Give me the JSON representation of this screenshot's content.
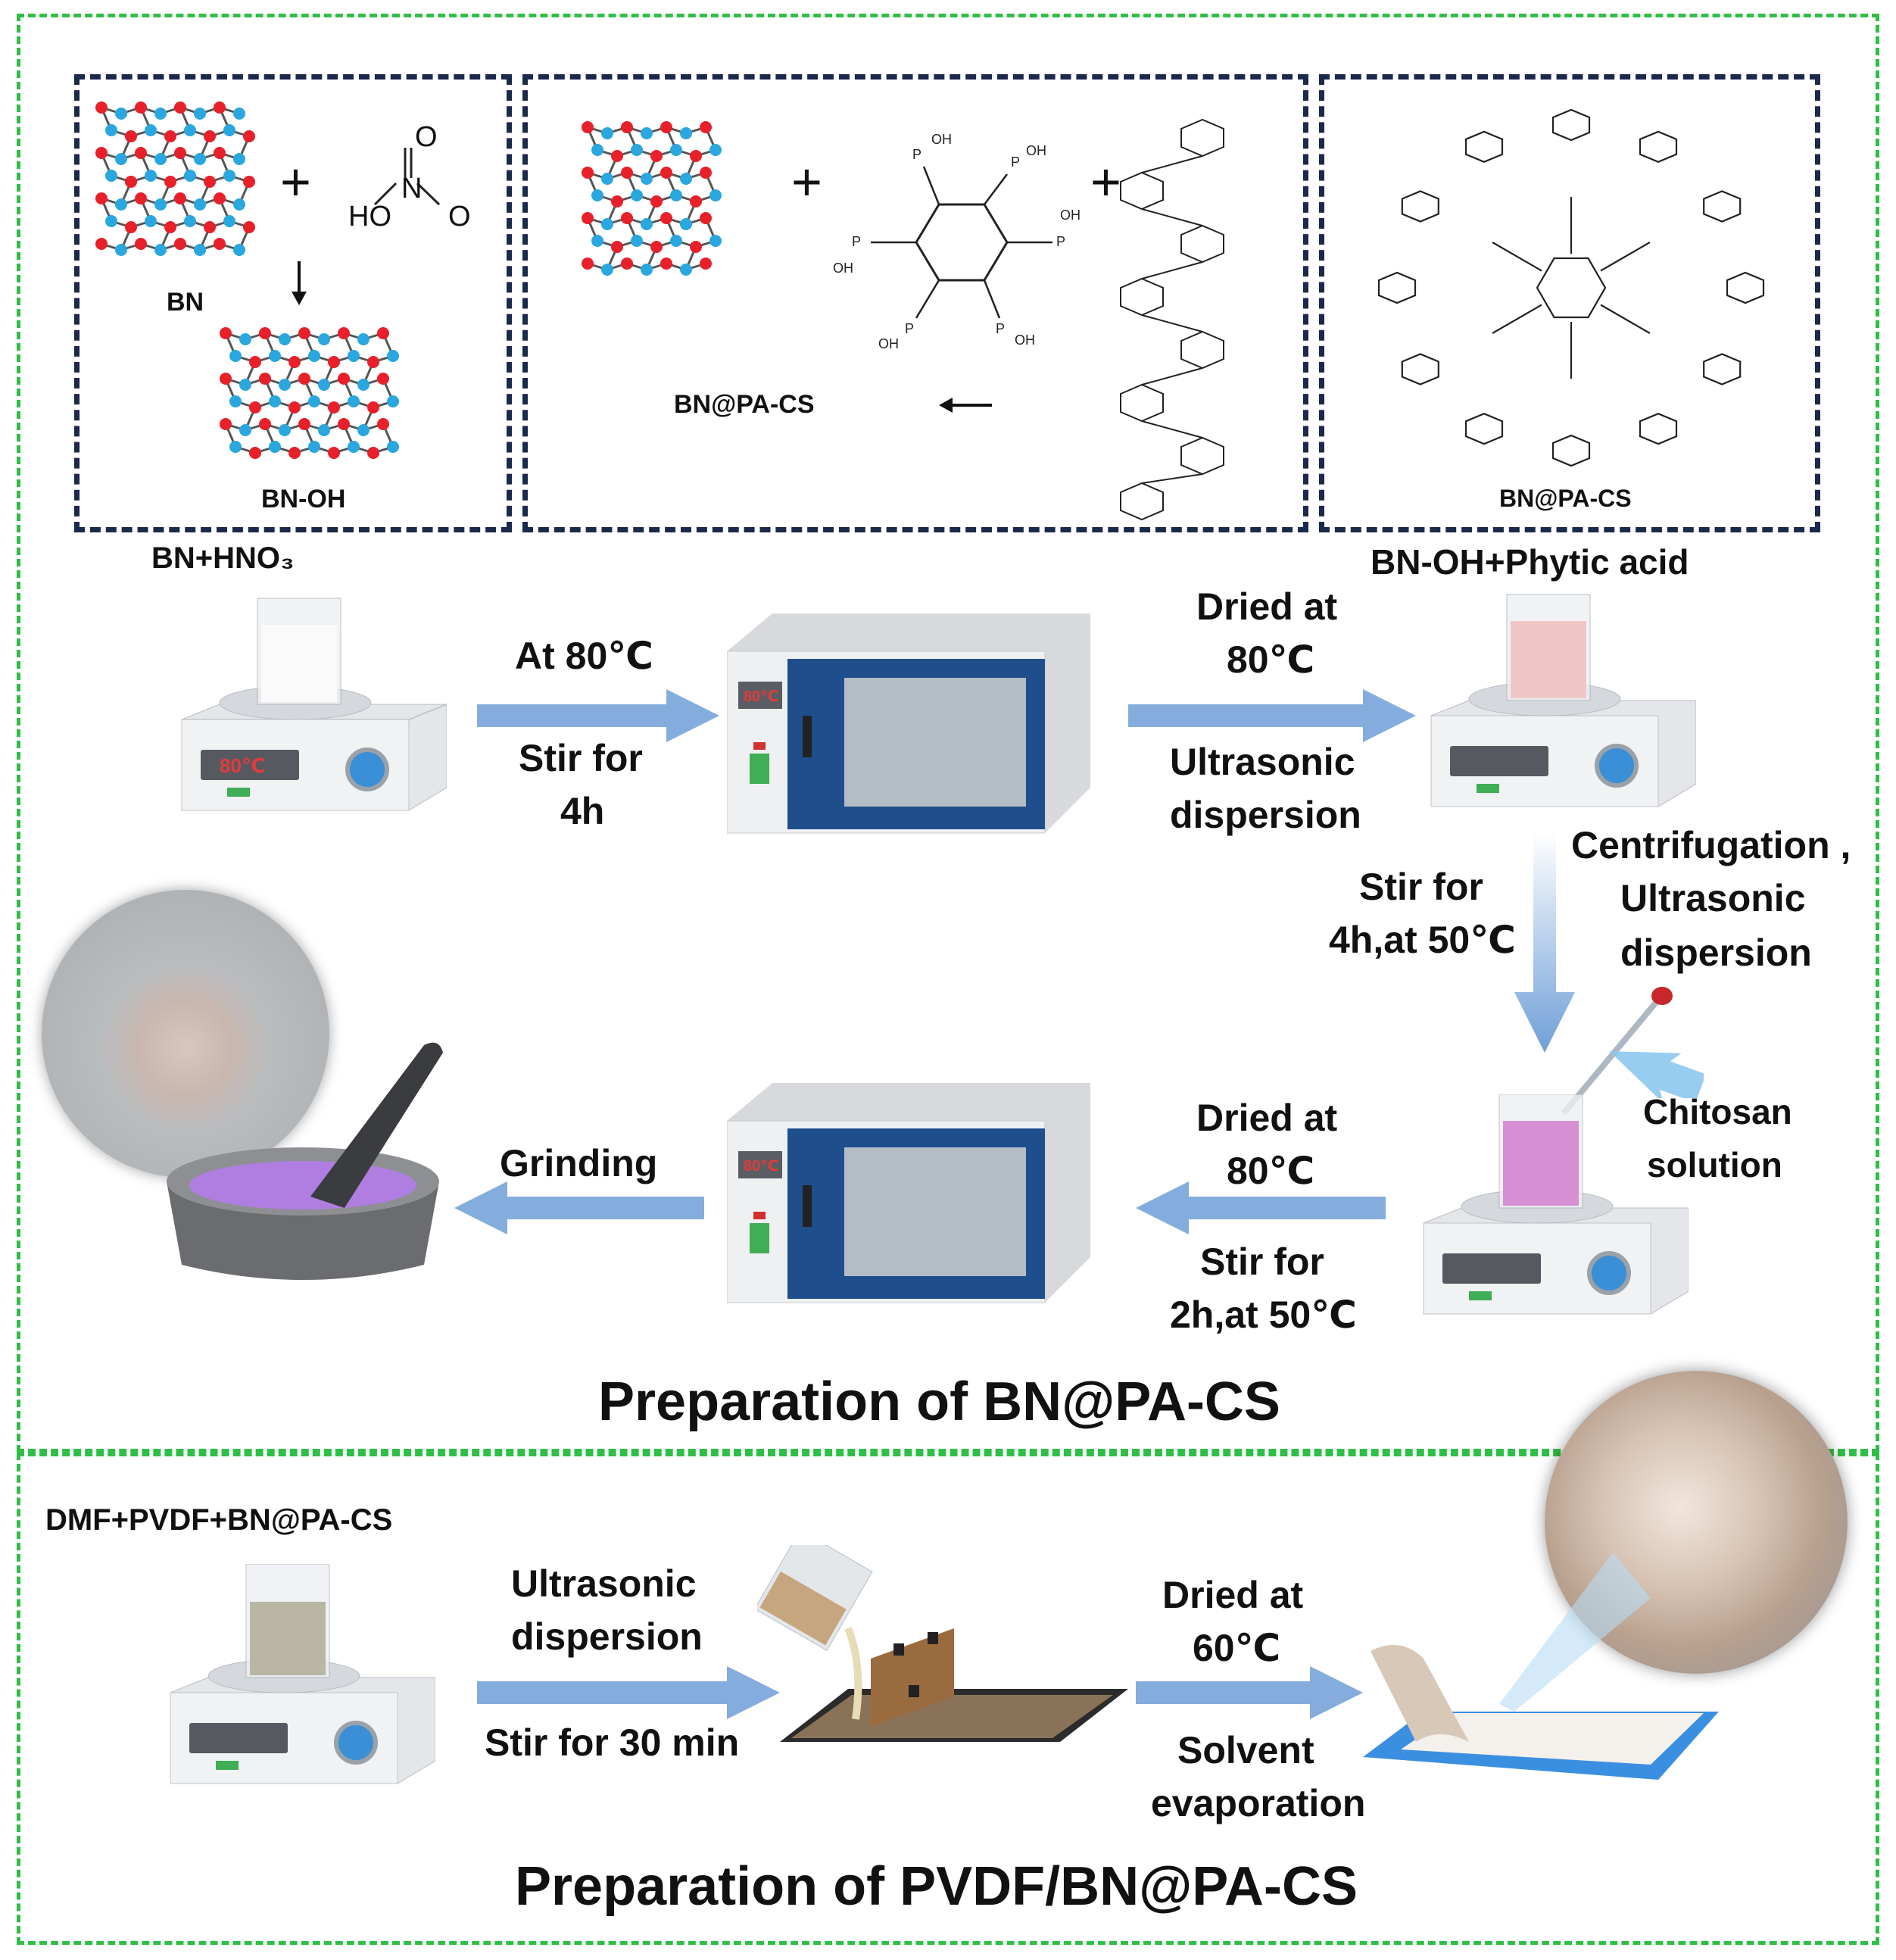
{
  "titles": {
    "section1": "Preparation of BN@PA-CS",
    "section2": "Preparation of PVDF/BN@PA-CS"
  },
  "scheme": {
    "bn_label": "BN",
    "bnoh_label": "BN-OH",
    "bnpacs_label": "BN@PA-CS",
    "bnpacs_label2": "BN@PA-CS",
    "nitric_o_top": "O",
    "nitric_n": "N",
    "nitric_ho": "HO",
    "nitric_o_right": "O",
    "plus": "+"
  },
  "steps": {
    "bn_hno3": "BN+HNO₃",
    "at80": "At 80℃",
    "stir4h_a": "Stir for",
    "stir4h_b": "4h",
    "dried80_a": "Dried at",
    "dried80_b": "80℃",
    "ultra_a": "Ultrasonic",
    "ultra_b": "dispersion",
    "bnoh_phytic": "BN-OH+Phytic acid",
    "stir4h50_a": "Stir for",
    "stir4h50_b": "4h,at 50℃",
    "centri_a": "Centrifugation ,",
    "centri_b": "Ultrasonic",
    "centri_c": "dispersion",
    "chitosan_a": "Chitosan",
    "chitosan_b": "solution",
    "dried80b_a": "Dried at",
    "dried80b_b": "80℃",
    "stir2h_a": "Stir for",
    "stir2h_b": "2h,at 50℃",
    "grinding": "Grinding",
    "dmf_pvdf": "DMF+PVDF+BN@PA-CS",
    "ultra2_a": "Ultrasonic",
    "ultra2_b": "dispersion",
    "stir30": "Stir for 30 min",
    "dried60_a": "Dried at",
    "dried60_b": "60℃",
    "solvent_a": "Solvent",
    "solvent_b": "evaporation"
  },
  "equipment": {
    "stirrer_display": "80℃",
    "oven_display": "80℃"
  },
  "colors": {
    "frame": "#2fbf46",
    "box": "#1b2a4a",
    "boron": "#2aa7df",
    "nitrogen": "#e8202a",
    "arrow": "#5b8fd1",
    "oven_door": "#1f4e8c"
  }
}
